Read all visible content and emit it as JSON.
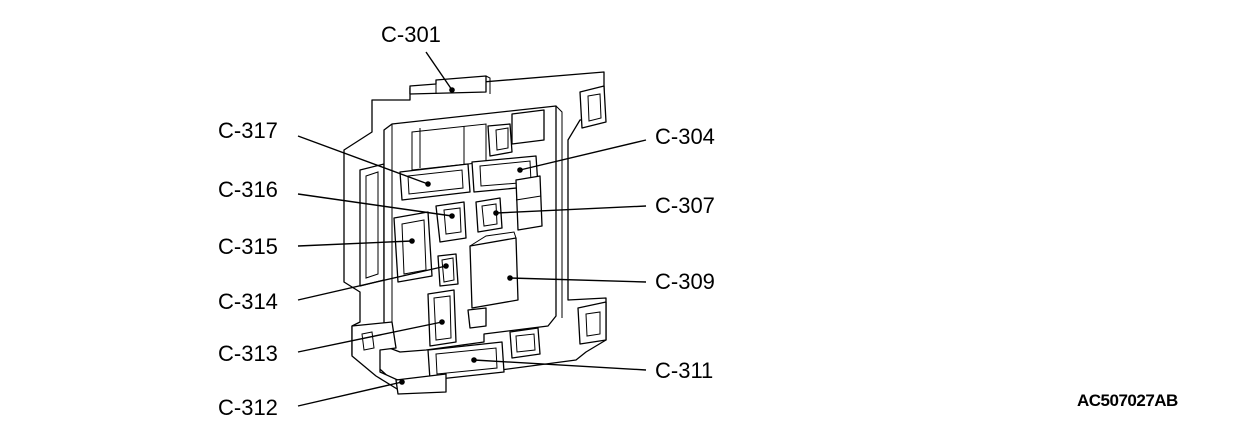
{
  "callouts": {
    "c301": "C-301",
    "c304": "C-304",
    "c307": "C-307",
    "c309": "C-309",
    "c311": "C-311",
    "c312": "C-312",
    "c313": "C-313",
    "c314": "C-314",
    "c315": "C-315",
    "c316": "C-316",
    "c317": "C-317"
  },
  "figure_id": "AC507027AB"
}
